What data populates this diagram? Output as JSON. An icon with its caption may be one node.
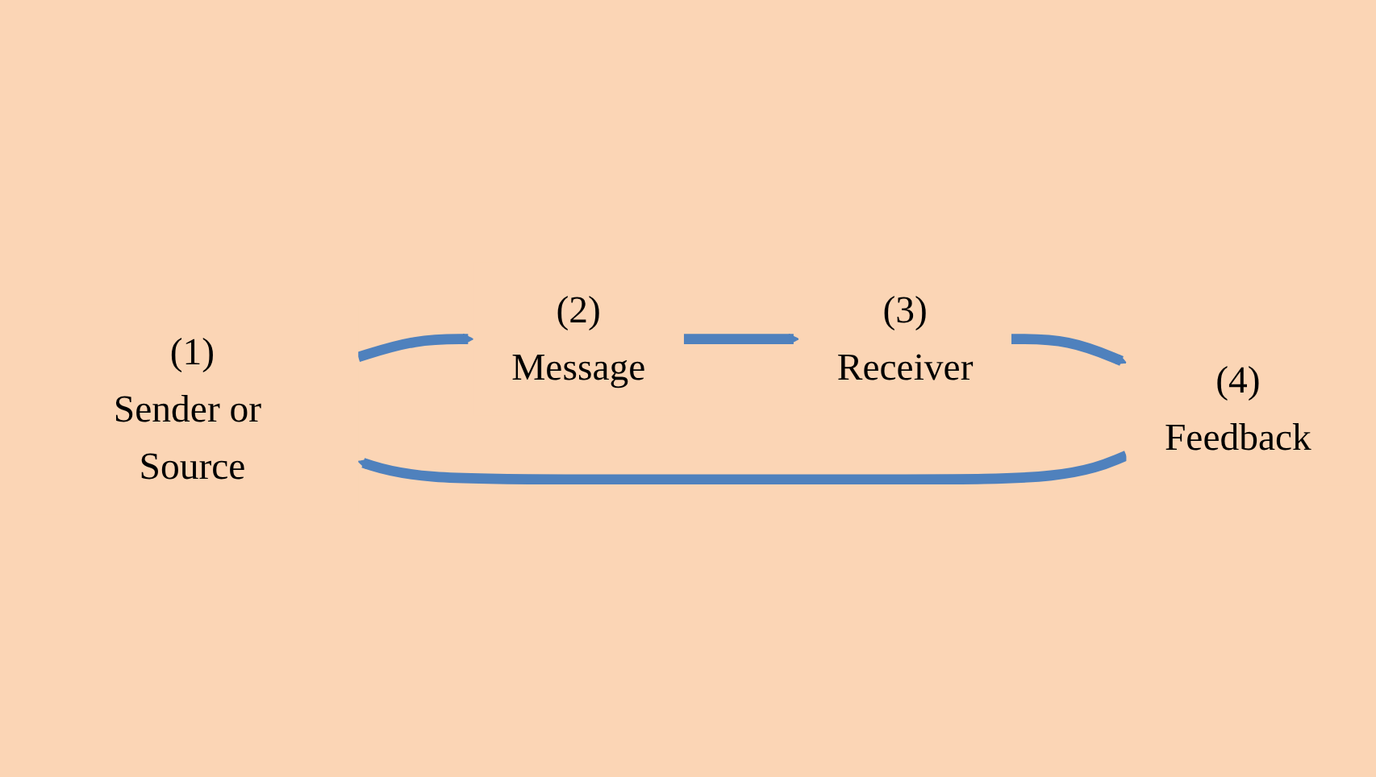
{
  "diagram": {
    "nodes": [
      {
        "text": [
          "(1)",
          "Sender or Source"
        ]
      },
      {
        "text": [
          "(2)",
          "Message"
        ]
      },
      {
        "text": [
          "(3)",
          "Receiver"
        ]
      },
      {
        "text": [
          "(4)",
          "Feedback"
        ]
      }
    ],
    "edges": [
      {
        "from": 0,
        "to": 1,
        "arrow": "to"
      },
      {
        "from": 1,
        "to": 2,
        "arrow": "to"
      },
      {
        "from": 2,
        "to": 3,
        "arrow": "to"
      },
      {
        "from": 3,
        "to": 0,
        "arrow": "to"
      }
    ]
  }
}
